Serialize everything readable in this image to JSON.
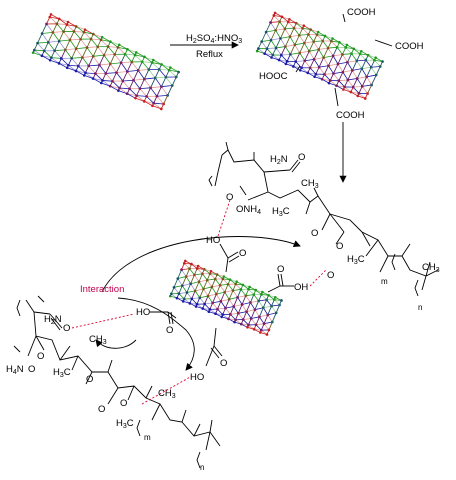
{
  "reagent_top": "H2SO4:HNO3",
  "reagent_bottom": "Reflux",
  "interaction_label": "Interaction",
  "groups": {
    "cooh": "COOH",
    "hooc": "HOOC",
    "ho": "HO",
    "oh": "OH",
    "h2n": "H2N",
    "h4n": "H4N",
    "onh4": "ONH4",
    "ch3": "CH3",
    "h3c": "H3C",
    "o": "O",
    "m": "m",
    "n": "n"
  },
  "colors": {
    "tube_blue": "#1a1aa8",
    "tube_green": "#1f9a1f",
    "tube_red": "#c81e1e",
    "interaction": "#c0004e",
    "hbond": "#e0002a"
  }
}
